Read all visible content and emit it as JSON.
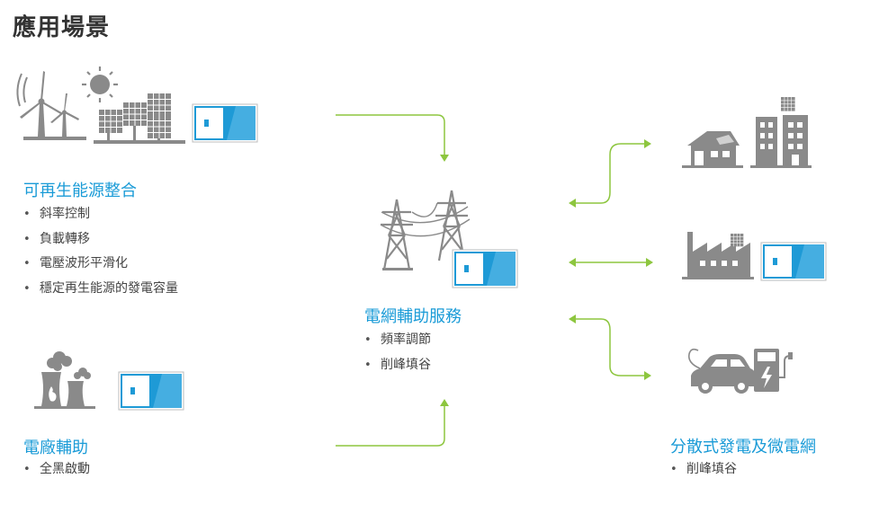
{
  "title": "應用場景",
  "colors": {
    "accent": "#1a9bd7",
    "arrow": "#8dc63f",
    "icon": "#8a8a8a"
  },
  "sections": {
    "renewable": {
      "title": "可再生能源整合",
      "items": [
        "斜率控制",
        "負載轉移",
        "電壓波形平滑化",
        "穩定再生能源的發電容量"
      ]
    },
    "plant": {
      "title": "電廠輔助",
      "items": [
        "全黑啟動"
      ]
    },
    "grid": {
      "title": "電網輔助服務",
      "items": [
        "頻率調節",
        "削峰填谷"
      ]
    },
    "distributed": {
      "title": "分散式發電及微電網",
      "items": [
        "削峰填谷"
      ]
    }
  }
}
